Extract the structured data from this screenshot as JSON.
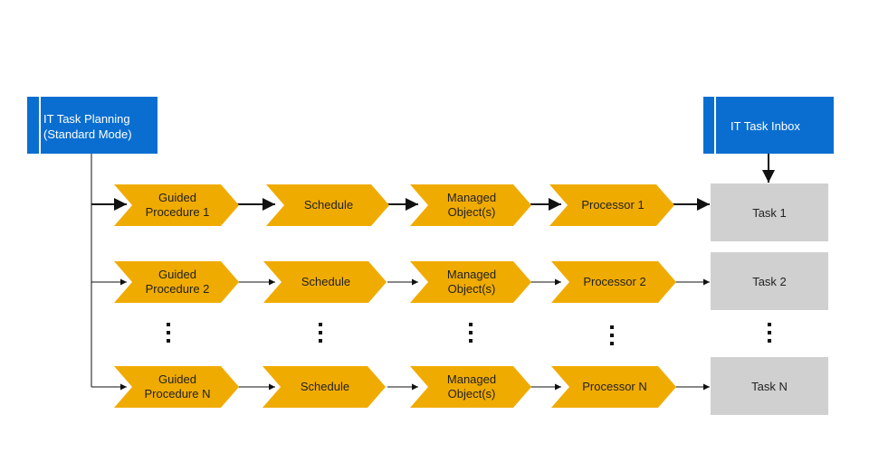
{
  "planning_box": {
    "line1": "IT Task Planning",
    "line2": "(Standard Mode)"
  },
  "inbox_box": {
    "label": "IT Task Inbox"
  },
  "rows": [
    {
      "guided_procedure": "Guided Procedure 1",
      "schedule": "Schedule",
      "managed_objects": "Managed Object(s)",
      "processor": "Processor 1",
      "task": "Task 1"
    },
    {
      "guided_procedure": "Guided Procedure 2",
      "schedule": "Schedule",
      "managed_objects": "Managed Object(s)",
      "processor": "Processor 2",
      "task": "Task 2"
    },
    {
      "guided_procedure": "Guided Procedure N",
      "schedule": "Schedule",
      "managed_objects": "Managed Object(s)",
      "processor": "Processor N",
      "task": "Task N"
    }
  ],
  "colors": {
    "blue": "#0a6ed1",
    "chevron": "#f0ab00",
    "task_gray": "#d0d0d0",
    "connector": "#111111"
  }
}
